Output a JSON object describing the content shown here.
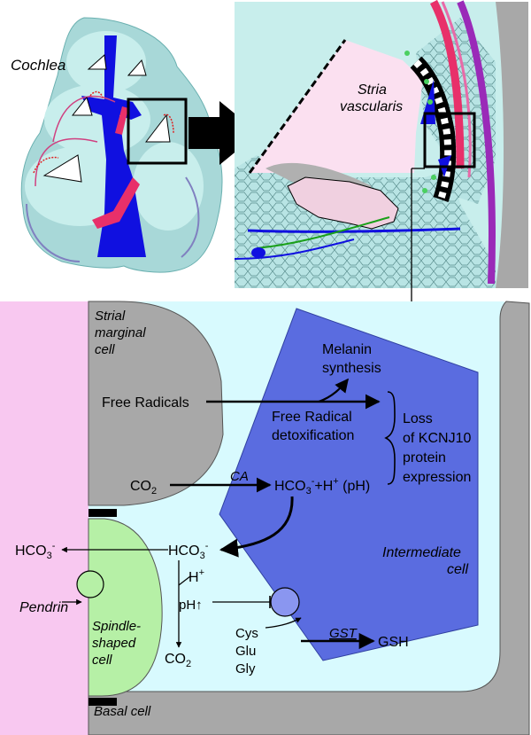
{
  "labels": {
    "cochlea": "Cochlea",
    "stria_vascularis_line1": "Stria",
    "stria_vascularis_line2": "vascularis",
    "strial_marginal_line1": "Strial",
    "strial_marginal_line2": "marginal",
    "strial_marginal_line3": "cell",
    "melanin_line1": "Melanin",
    "melanin_line2": "synthesis",
    "free_radicals": "Free Radicals",
    "free_radical_detox_line1": "Free Radical",
    "free_radical_detox_line2": "detoxification",
    "loss_line1": "Loss",
    "loss_line2": "of KCNJ10",
    "loss_line3": "protein",
    "loss_line4": "expression",
    "co2_left": "CO",
    "co2_left_sub": "2",
    "ca": "CA",
    "hco3_product": "HCO",
    "hco3_product_sub": "3",
    "hco3_product_sup": "-",
    "hco3_product_rest": "+H",
    "hco3_product_rest_sup": "+",
    "hco3_product_ph": " (pH)",
    "hco3_middle": "HCO",
    "hco3_middle_sub": "3",
    "hco3_middle_sup": "-",
    "hco3_left": "HCO",
    "hco3_left_sub": "3",
    "hco3_left_sup": "-",
    "pendrin": "Pendrin",
    "h_plus": "H",
    "h_plus_sup": "+",
    "ph_up": "pH↑",
    "co2_bottom": "CO",
    "co2_bottom_sub": "2",
    "intermediate_line1": "Intermediate",
    "intermediate_line2": "cell",
    "spindle_line1": "Spindle-",
    "spindle_line2": "shaped",
    "spindle_line3": "cell",
    "cys": "Cys",
    "glu": "Glu",
    "gly": "Gly",
    "gst": "GST",
    "gsh": "GSH",
    "basal_cell": "Basal cell"
  },
  "colors": {
    "pink_panel": "#f8c8f0",
    "light_cyan": "#d8fafe",
    "gray_cell": "#a8a8a8",
    "intermediate_blue": "#5a6ce0",
    "spindle_green": "#b6f0a6",
    "cochlea_fill": "#a8d8d8",
    "cochlea_inner": "#c8eeec",
    "vessel_blue": "#1010e0",
    "vessel_red": "#e8306a",
    "stria_pink": "#fbe0f0"
  },
  "icons": {
    "pendrin_transporter": "circle-transporter-icon",
    "glutamate_transporter": "circle-transporter-icon"
  }
}
